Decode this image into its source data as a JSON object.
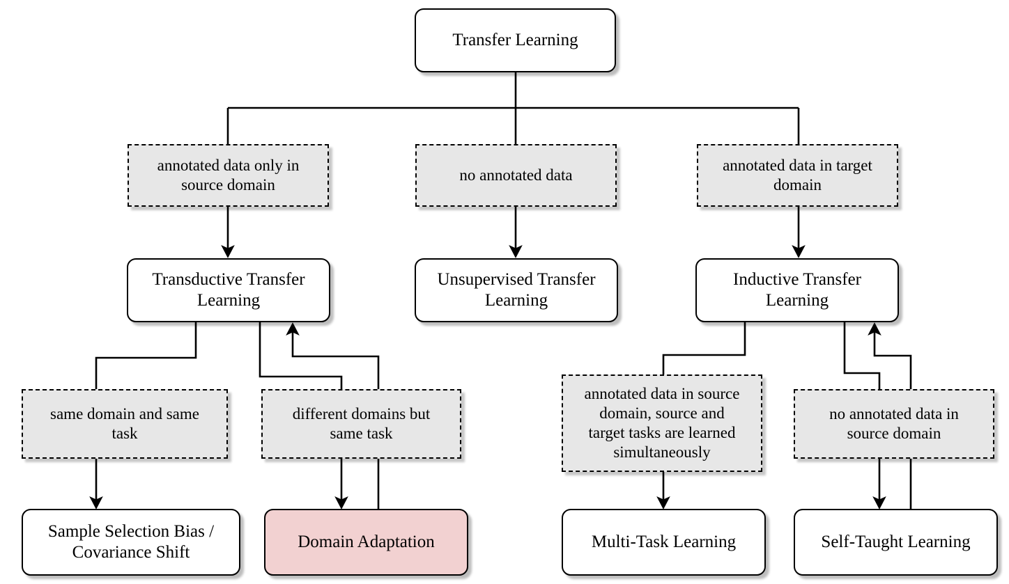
{
  "diagram": {
    "title": "Transfer Learning taxonomy flowchart",
    "background_color": "#ffffff",
    "concept_fill": "#ffffff",
    "condition_fill": "#e7e7e7",
    "highlight_fill": "#f2d1d1",
    "line_color": "#000000"
  },
  "nodes": {
    "root": {
      "label": "Transfer Learning"
    },
    "cond_source_only": {
      "label": "annotated data only in\nsource domain"
    },
    "cond_no_annotated": {
      "label": "no annotated data"
    },
    "cond_target": {
      "label": "annotated data in target\ndomain"
    },
    "transductive": {
      "label": "Transductive Transfer\nLearning"
    },
    "unsupervised": {
      "label": "Unsupervised Transfer\nLearning"
    },
    "inductive": {
      "label": "Inductive Transfer\nLearning"
    },
    "cond_same_domain": {
      "label": "same domain and same\ntask"
    },
    "cond_diff_domain": {
      "label": "different domains but\nsame task"
    },
    "cond_multitask": {
      "label": "annotated data in source\ndomain, source and\ntarget tasks are learned\nsimultaneously"
    },
    "cond_no_source": {
      "label": "no annotated data in\nsource domain"
    },
    "sample_selection": {
      "label": "Sample Selection Bias /\nCovariance Shift"
    },
    "domain_adaptation": {
      "label": "Domain Adaptation"
    },
    "multitask": {
      "label": "Multi-Task Learning"
    },
    "selftaught": {
      "label": "Self-Taught Learning"
    }
  },
  "edges": [
    {
      "from": "root",
      "to": "cond_source_only",
      "arrow": false
    },
    {
      "from": "root",
      "to": "cond_no_annotated",
      "arrow": false
    },
    {
      "from": "root",
      "to": "cond_target",
      "arrow": false
    },
    {
      "from": "cond_source_only",
      "to": "transductive",
      "arrow": true
    },
    {
      "from": "cond_no_annotated",
      "to": "unsupervised",
      "arrow": true
    },
    {
      "from": "cond_target",
      "to": "inductive",
      "arrow": true
    },
    {
      "from": "transductive",
      "to": "cond_same_domain",
      "arrow": false
    },
    {
      "from": "transductive",
      "to": "cond_diff_domain",
      "arrow": false
    },
    {
      "from": "cond_same_domain",
      "to": "sample_selection",
      "arrow": true
    },
    {
      "from": "cond_diff_domain",
      "to": "domain_adaptation",
      "arrow": true
    },
    {
      "from": "domain_adaptation",
      "to": "transductive",
      "arrow": true
    },
    {
      "from": "inductive",
      "to": "cond_multitask",
      "arrow": false
    },
    {
      "from": "inductive",
      "to": "cond_no_source",
      "arrow": false
    },
    {
      "from": "cond_multitask",
      "to": "multitask",
      "arrow": true
    },
    {
      "from": "cond_no_source",
      "to": "selftaught",
      "arrow": true
    },
    {
      "from": "selftaught",
      "to": "inductive",
      "arrow": true
    }
  ]
}
